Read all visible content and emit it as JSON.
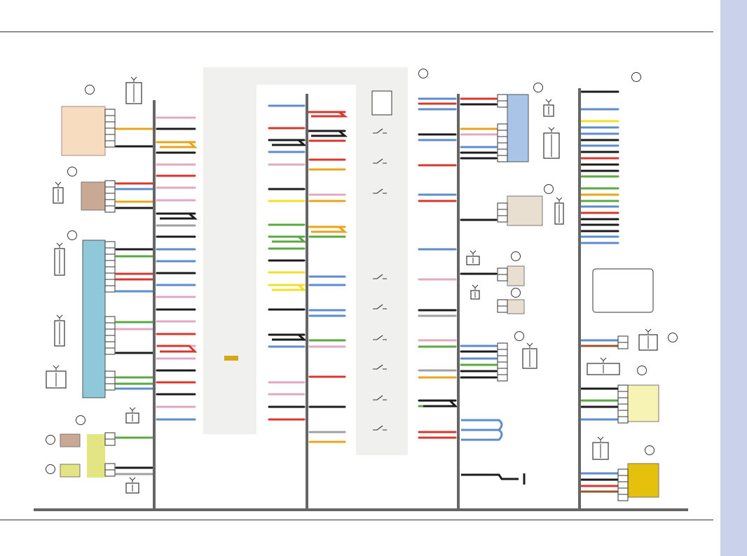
{
  "document": {
    "type": "wiring-diagram",
    "has_text_labels": false
  },
  "colors": {
    "side_tab": "#c9d2ea",
    "panel_grey": "#f0f0ee",
    "bus_trunk": "#666666",
    "control_unit_fill": "#8fc8d8",
    "connector_block_fill": "#a9c4e6",
    "relay_fill": "#f7dcc0",
    "sensor_fill": "#c9a894",
    "coil_fill": "#e2e582",
    "fuse_box_fill": "#f7f3b4",
    "amp_fill": "#e5c10e",
    "lamp_fill": "#e9dfd0",
    "wire_palette": {
      "black": "#1c1c1c",
      "red": "#d8372e",
      "blue": "#5d8ccc",
      "pink": "#e0a9c2",
      "green": "#5aa842",
      "yellow": "#f0e02a",
      "orange": "#e8a41a",
      "grey": "#a0a0a0",
      "brown": "#9a552a"
    }
  },
  "components": [
    {
      "id": "relay-module",
      "icon": "relay-icon"
    },
    {
      "id": "motor-sensor",
      "icon": "sensor-icon"
    },
    {
      "id": "main-control-unit",
      "icon": "control-unit-icon"
    },
    {
      "id": "ignition-coil-block",
      "icon": "coil-icon"
    },
    {
      "id": "instrument-connector",
      "icon": "connector-block-icon"
    },
    {
      "id": "lamp-unit",
      "icon": "lamp-icon"
    },
    {
      "id": "bulb-socket",
      "icon": "bulb-icon"
    },
    {
      "id": "switch-socket",
      "icon": "switch-icon"
    },
    {
      "id": "fuse-relay-box",
      "icon": "fuse-icon"
    },
    {
      "id": "amplifier-unit",
      "icon": "amplifier-icon"
    },
    {
      "id": "grounding-point",
      "icon": "ground-icon"
    }
  ]
}
